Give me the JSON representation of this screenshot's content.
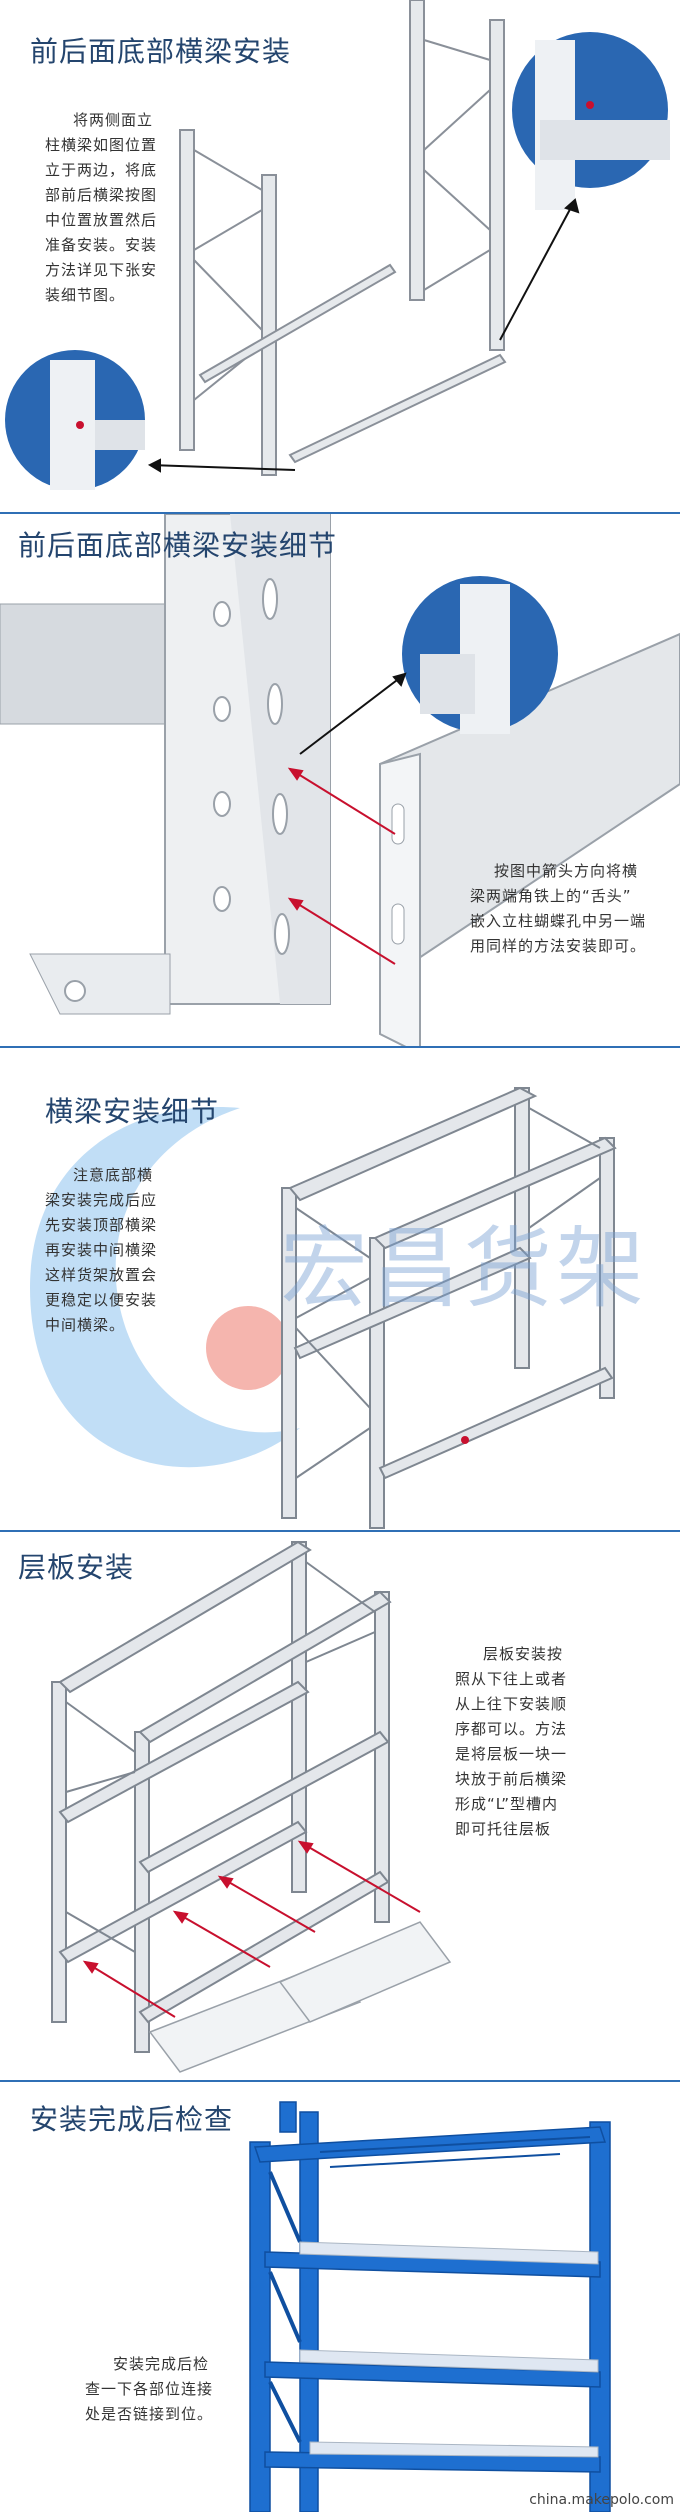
{
  "sections": [
    {
      "title": "前后面底部横梁安装",
      "note": [
        "将两侧面立",
        "柱横梁如图位置",
        "立于两边，将底",
        "部前后横梁按图",
        "中位置放置然后",
        "准备安装。安装",
        "方法详见下张安",
        "装细节图。"
      ]
    },
    {
      "title": "前后面底部横梁安装细节",
      "note": [
        "按图中箭头方向将横",
        "梁两端角铁上的“舌头”",
        "嵌入立柱蝴蝶孔中另一端",
        "用同样的方法安装即可。"
      ]
    },
    {
      "title": "横梁安装细节",
      "note": [
        "注意底部横",
        "梁安装完成后应",
        "先安装顶部横梁",
        "再安装中间横梁",
        "这样货架放置会",
        "更稳定以便安装",
        "中间横梁。"
      ],
      "logo": "宏昌货架"
    },
    {
      "title": "层板安装",
      "note": [
        "层板安装按",
        "照从下往上或者",
        "从上往下安装顺",
        "序都可以。方法",
        "是将层板一块一",
        "块放于前后横梁",
        "形成“L”型槽内",
        "即可托往层板"
      ]
    },
    {
      "title": "安装完成后检查",
      "note": [
        "安装完成后检",
        "查一下各部位连接",
        "处是否链接到位。"
      ]
    }
  ],
  "watermark": "china.makepolo.com",
  "colors": {
    "title": "#24456e",
    "divider": "#2f6fb5",
    "detail_circle": "#2a67b2",
    "arrow_red": "#c8102e",
    "rack_blue": "#1e6fd0",
    "rack_gray": "#d9dde2"
  }
}
